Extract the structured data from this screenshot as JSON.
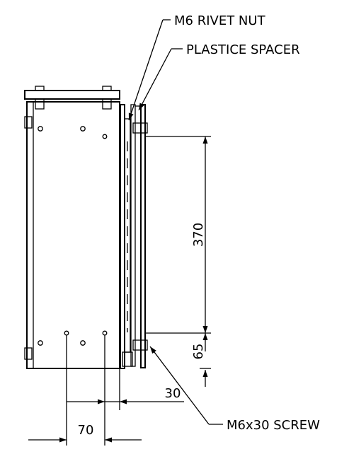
{
  "callouts": {
    "rivet_nut": "M6 RIVET NUT",
    "spacer": "PLASTICE SPACER",
    "screw": "M6x30 SCREW"
  },
  "dimensions": {
    "vertical_main": "370",
    "vertical_lower": "65",
    "horizontal_offset": "30",
    "horizontal_spacing": "70"
  }
}
